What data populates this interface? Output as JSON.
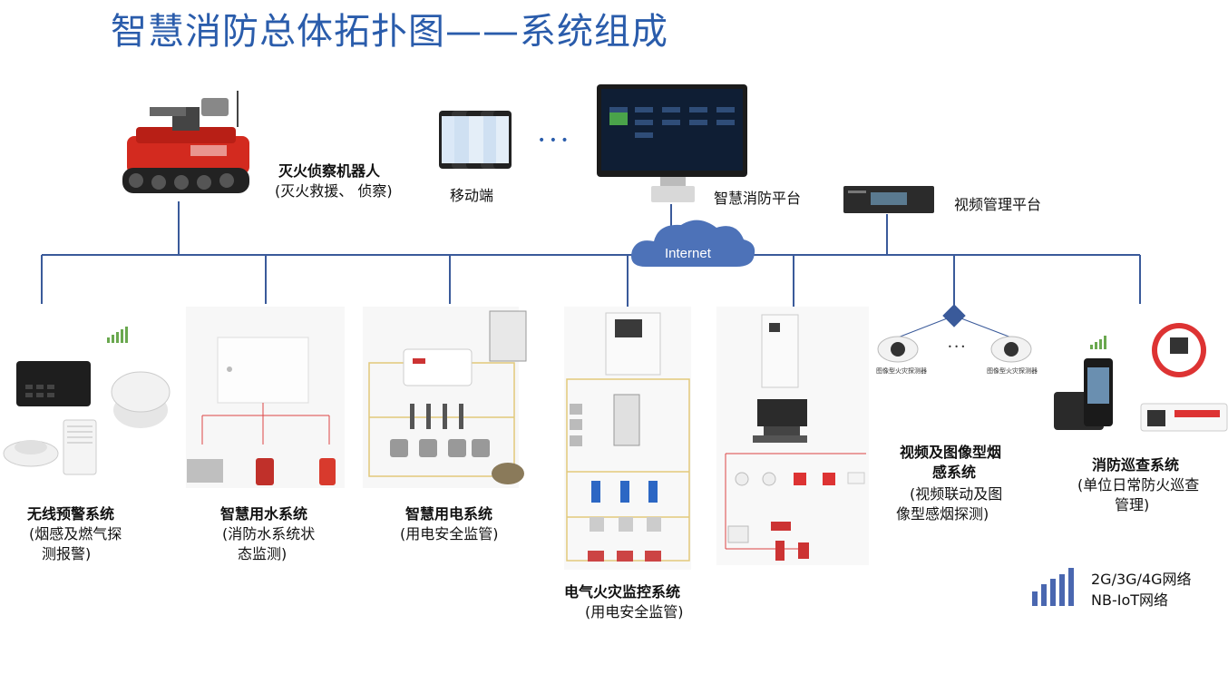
{
  "title": "智慧消防总体拓扑图——系统组成",
  "top": {
    "robot_title": "灭火侦察机器人",
    "robot_sub": "(灭火救援、 侦察)",
    "mobile": "移动端",
    "dots": "• • •",
    "platform": "智慧消防平台",
    "video_platform": "视频管理平台",
    "internet": "Internet"
  },
  "systems": [
    {
      "title": "无线预警系统",
      "sub1": "(烟感及燃气探",
      "sub2": "测报警)"
    },
    {
      "title": "智慧用水系统",
      "sub1": "(消防水系统状",
      "sub2": "态监测)"
    },
    {
      "title": "智慧用电系统",
      "sub1": "(用电安全监管)",
      "sub2": ""
    },
    {
      "title": "电气火灾监控系统",
      "sub1": "(用电安全监管)",
      "sub2": ""
    },
    {
      "title": "视频及图像型烟",
      "title2": "感系统",
      "sub1": "(视频联动及图",
      "sub2": "像型感烟探测)"
    },
    {
      "title": "消防巡查系统",
      "sub1": "(单位日常防火巡查",
      "sub2": "管理)"
    }
  ],
  "camera_labels": [
    "图像型火灾探测器",
    "图像型火灾探测器"
  ],
  "camera_dots": "• • •",
  "network": {
    "line1": "2G/3G/4G网络",
    "line2": "NB-IoT网络"
  },
  "colors": {
    "title": "#2a5cab",
    "line": "#3a5a9a",
    "cloud": "#4d72b8",
    "signal": "#6aa84f",
    "legend_bars": "#4a67b0"
  }
}
